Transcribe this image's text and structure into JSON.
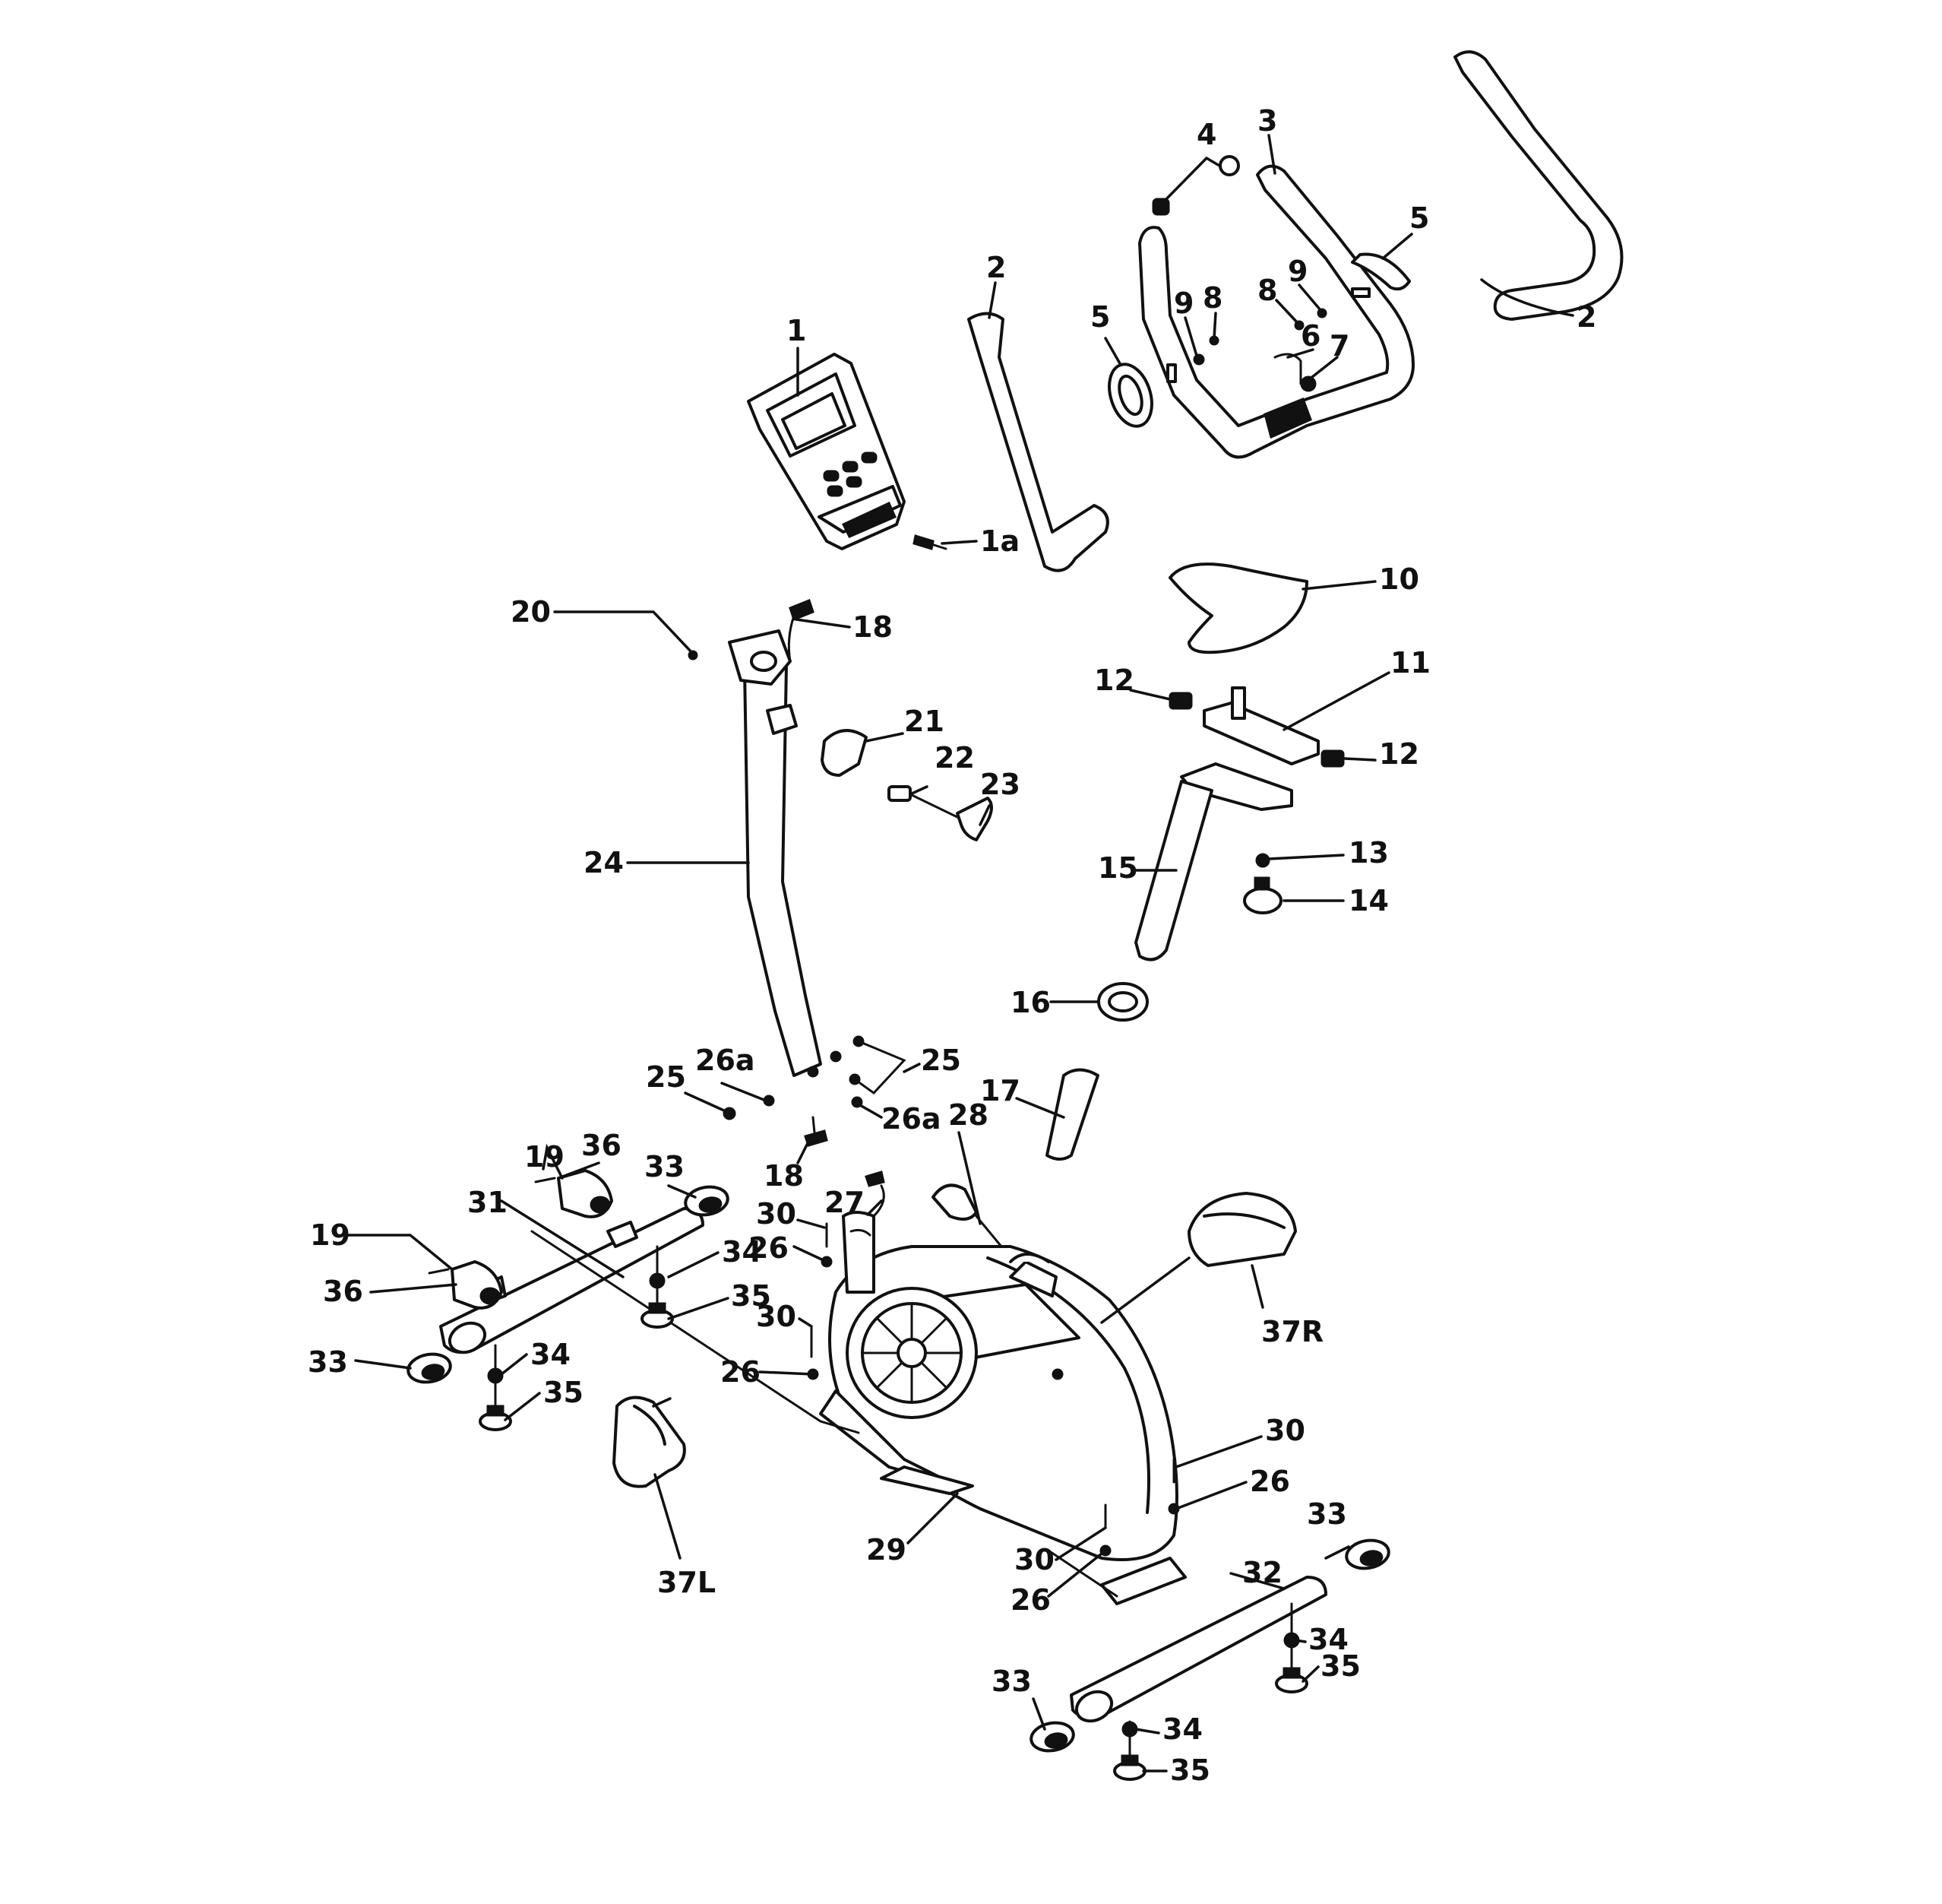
{
  "colors": {
    "ink": "#111111",
    "paper": "#ffffff"
  },
  "labels": {
    "l1": "1",
    "l1a": "1a",
    "l2a": "2",
    "l2b": "2",
    "l3": "3",
    "l4": "4",
    "l5a": "5",
    "l5b": "5",
    "l6": "6",
    "l7": "7",
    "l8a": "8",
    "l8b": "8",
    "l9a": "9",
    "l9b": "9",
    "l10": "10",
    "l11": "11",
    "l12a": "12",
    "l12b": "12",
    "l13": "13",
    "l14": "14",
    "l15": "15",
    "l16": "16",
    "l17": "17",
    "l18a": "18",
    "l18b": "18",
    "l19a": "19",
    "l19b": "19",
    "l20": "20",
    "l21": "21",
    "l22": "22",
    "l23": "23",
    "l24": "24",
    "l25a": "25",
    "l25b": "25",
    "l26aa": "26a",
    "l26ab": "26a",
    "l26a": "26",
    "l26b": "26",
    "l26c": "26",
    "l26d": "26",
    "l27": "27",
    "l28": "28",
    "l29": "29",
    "l30a": "30",
    "l30b": "30",
    "l30c": "30",
    "l30d": "30",
    "l31": "31",
    "l32": "32",
    "l33a": "33",
    "l33b": "33",
    "l33c": "33",
    "l33d": "33",
    "l34a": "34",
    "l34b": "34",
    "l34c": "34",
    "l34d": "34",
    "l35a": "35",
    "l35b": "35",
    "l35c": "35",
    "l35d": "35",
    "l36a": "36",
    "l36b": "36",
    "l37l": "37L",
    "l37r": "37R"
  }
}
